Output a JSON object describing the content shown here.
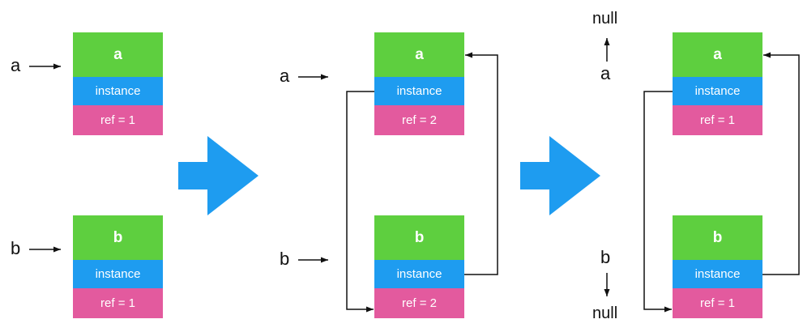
{
  "colors": {
    "name_block": "#5ecf3f",
    "instance_block": "#1e9cf0",
    "ref_block": "#e35a9e",
    "transition_arrow": "#1e9cf0",
    "lines": "#111111"
  },
  "stages": [
    {
      "objects": [
        {
          "name": "a",
          "instance": "instance",
          "ref": "ref = 1"
        },
        {
          "name": "b",
          "instance": "instance",
          "ref": "ref = 1"
        }
      ],
      "pointers": [
        "a",
        "b"
      ]
    },
    {
      "objects": [
        {
          "name": "a",
          "instance": "instance",
          "ref": "ref = 2"
        },
        {
          "name": "b",
          "instance": "instance",
          "ref": "ref = 2"
        }
      ],
      "pointers": [
        "a",
        "b"
      ]
    },
    {
      "objects": [
        {
          "name": "a",
          "instance": "instance",
          "ref": "ref = 1"
        },
        {
          "name": "b",
          "instance": "instance",
          "ref": "ref = 1"
        }
      ],
      "pointers": [
        "a",
        "b"
      ],
      "null_labels": [
        "null",
        "null"
      ]
    }
  ],
  "icons": [
    "right-arrow-icon",
    "right-arrow-icon"
  ]
}
